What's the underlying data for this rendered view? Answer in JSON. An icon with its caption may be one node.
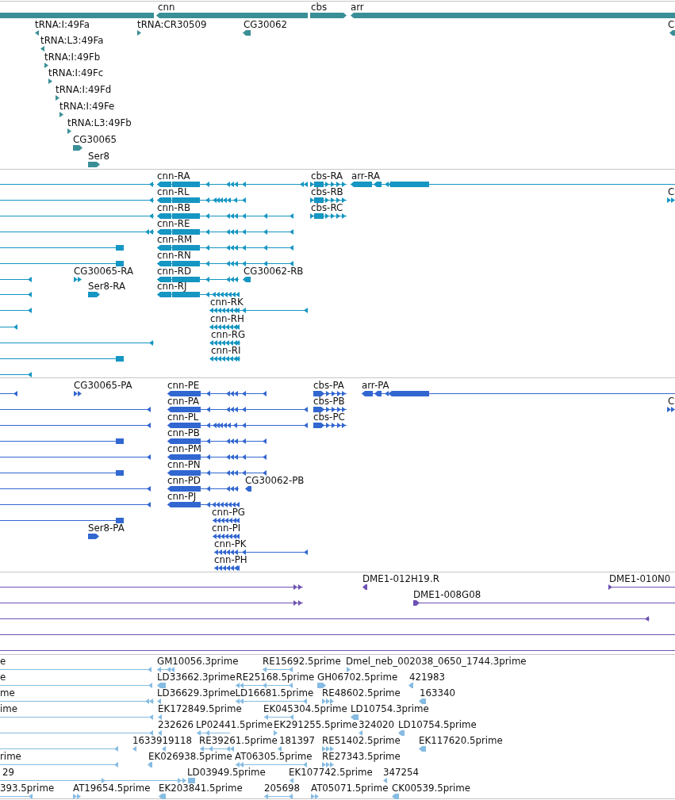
{
  "diagram": {
    "labels": [
      "cnn",
      "cbs",
      "arr",
      "tRNA:I:49Fa",
      "tRNA:CR30509",
      "CG30062",
      "C",
      "tRNA:L3:49Fa",
      "tRNA:I:49Fb",
      "tRNA:I:49Fc",
      "tRNA:I:49Fd",
      "tRNA:I:49Fe",
      "tRNA:L3:49Fb",
      "CG30065",
      "Ser8",
      "cnn-RA",
      "cbs-RA",
      "arr-RA",
      "cnn-RL",
      "cbs-RB",
      "C",
      "cnn-RB",
      "cbs-RC",
      "cnn-RE",
      "cnn-RM",
      "cnn-RN",
      "CG30065-RA",
      "cnn-RD",
      "CG30062-RB",
      "Ser8-RA",
      "cnn-RJ",
      "cnn-RK",
      "cnn-RH",
      "cnn-RG",
      "cnn-RI",
      "CG30065-PA",
      "cnn-PE",
      "cbs-PA",
      "arr-PA",
      "cnn-PA",
      "cbs-PB",
      "C",
      "cnn-PL",
      "cbs-PC",
      "cnn-PB",
      "cnn-PM",
      "cnn-PN",
      "cnn-PD",
      "CG30062-PB",
      "cnn-PJ",
      "cnn-PG",
      "Ser8-PA",
      "cnn-PI",
      "cnn-PK",
      "cnn-PH",
      "DME1-012H19.R",
      "DME1-010N0",
      "DME1-008G08",
      "e",
      "GM10056.3prime",
      "RE15692.5prime",
      "Dmel_neb_002038_0650_1744.3prime",
      "e",
      "LD33662.3prime",
      "RE25168.5prime",
      "GH06702.5prime",
      "421983",
      "me",
      "LD36629.3prime",
      "LD16681.5prime",
      "RE48602.5prime",
      "163340",
      "ime",
      "EK172849.5prime",
      "EK045304.5prime",
      "LD10754.3prime",
      "232626",
      "LP02441.5prime",
      "EK291255.5prime",
      "324020",
      "LD10754.5prime",
      "1633919118",
      "RE39261.5prime",
      "181397",
      "RE51402.5prime",
      "EK117620.5prime",
      "rime",
      "EK026938.5prime",
      "AT06305.5prime",
      "RE27343.5prime",
      "29",
      "LD03949.5prime",
      "EK107742.5prime",
      "347254",
      "393.5prime",
      "AT19654.5prime",
      "EK203841.5prime",
      "205698",
      "AT05071.5prime",
      "CK00539.5prime"
    ]
  }
}
